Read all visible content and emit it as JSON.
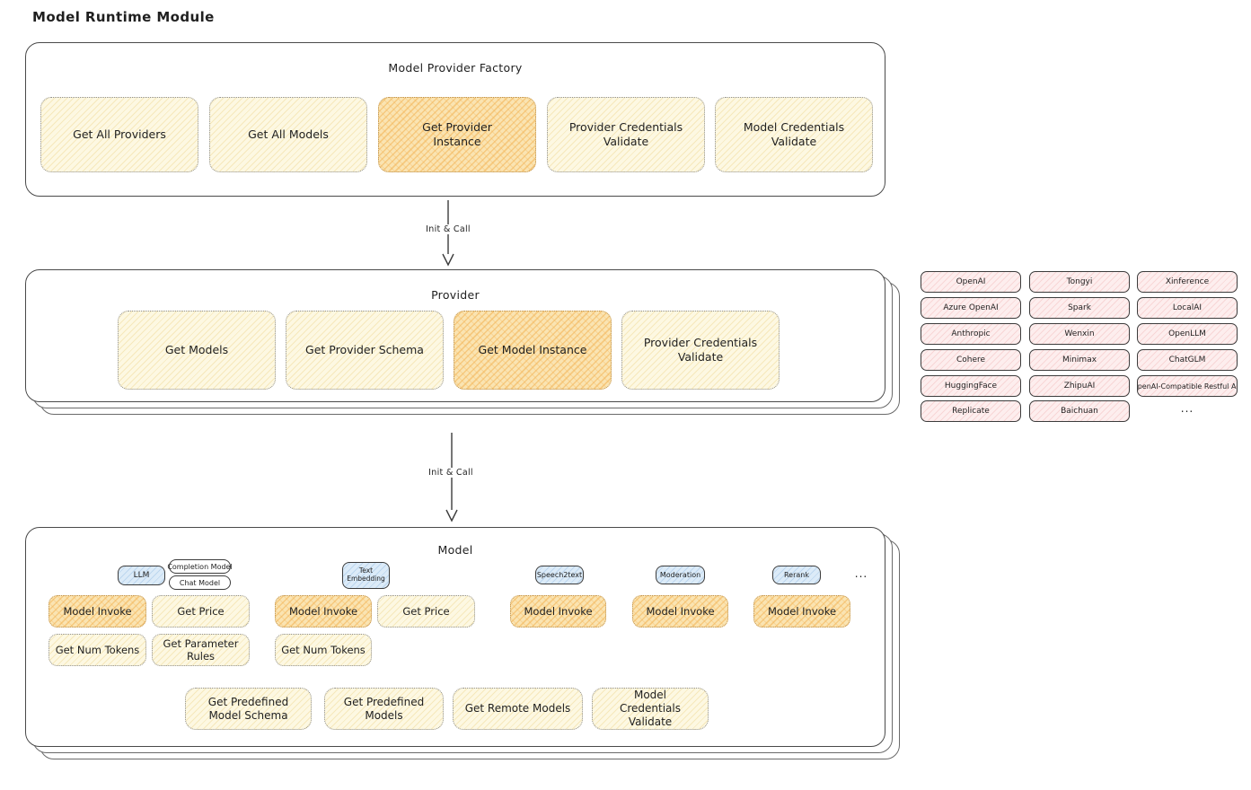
{
  "title": "Model Runtime Module",
  "factory": {
    "title": "Model Provider Factory",
    "items": [
      {
        "label": "Get All Providers"
      },
      {
        "label": "Get All Models"
      },
      {
        "label": "Get Provider Instance"
      },
      {
        "label": "Provider Credentials Validate"
      },
      {
        "label": "Model Credentials Validate"
      }
    ]
  },
  "arrow1": {
    "label": "Init & Call"
  },
  "arrow2": {
    "label": "Init & Call"
  },
  "provider": {
    "title": "Provider",
    "items": [
      {
        "label": "Get Models"
      },
      {
        "label": "Get Provider Schema"
      },
      {
        "label": "Get Model Instance"
      },
      {
        "label": "Provider Credentials Validate"
      }
    ]
  },
  "vendors": {
    "items": [
      "OpenAI",
      "Azure OpenAI",
      "Anthropic",
      "Cohere",
      "HuggingFace",
      "Replicate",
      "Tongyi",
      "Spark",
      "Wenxin",
      "Minimax",
      "ZhipuAI",
      "Baichuan",
      "Xinference",
      "LocalAI",
      "OpenLLM",
      "ChatGLM",
      "OpenAI-Compatible Restful API"
    ],
    "ellipsis": "..."
  },
  "model": {
    "title": "Model",
    "tabs": {
      "llm": "LLM",
      "completion": "Completion Model",
      "chat": "Chat Model",
      "text_embedding": "Text Embedding",
      "speech2text": "Speech2text",
      "moderation": "Moderation",
      "rerank": "Rerank",
      "ellipsis": "..."
    },
    "ops": {
      "model_invoke": "Model Invoke",
      "get_price": "Get Price",
      "get_num_tokens": "Get Num Tokens",
      "get_parameter_rules": "Get Parameter Rules"
    },
    "bottom": [
      {
        "label": "Get Predefined Model Schema"
      },
      {
        "label": "Get Predefined Models"
      },
      {
        "label": "Get Remote Models"
      },
      {
        "label": "Model Credentials Validate"
      }
    ]
  },
  "colors": {
    "yellow_fill": "#fdf8e2",
    "orange_fill": "#fae4b2",
    "pink_fill": "#fdeeee",
    "blue_fill": "#dcebf8",
    "stroke": "#3c3c3c"
  }
}
